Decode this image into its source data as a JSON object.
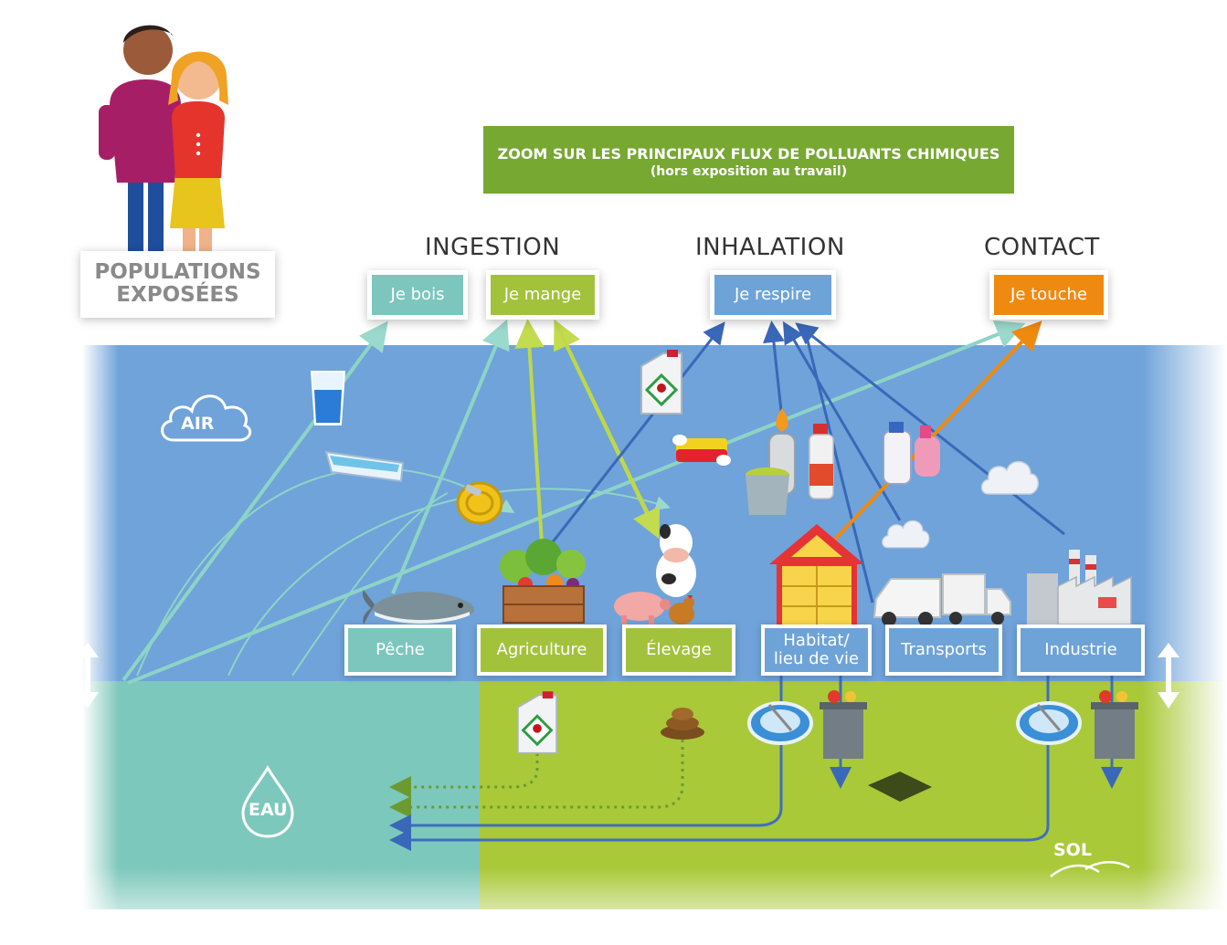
{
  "title": {
    "line1": "ZOOM SUR LES PRINCIPAUX FLUX DE POLLUANTS CHIMIQUES",
    "line2": "(hors exposition au travail)"
  },
  "populations": {
    "line1": "POPULATIONS",
    "line2": "EXPOSÉES"
  },
  "routes": {
    "ingestion": "INGESTION",
    "inhalation": "INHALATION",
    "contact": "CONTACT"
  },
  "actions": {
    "bois": "Je bois",
    "mange": "Je mange",
    "respire": "Je respire",
    "touche": "Je touche"
  },
  "sources": {
    "peche": "Pêche",
    "agriculture": "Agriculture",
    "elevage": "Élevage",
    "habitat_l1": "Habitat/",
    "habitat_l2": "lieu de vie",
    "transports": "Transports",
    "industrie": "Industrie"
  },
  "zones": {
    "air": "AIR",
    "eau": "EAU",
    "sol": "SOL"
  },
  "colors": {
    "air": "#6fa3da",
    "water": "#7dc8bc",
    "soil": "#a9c939",
    "green_box": "#76a832",
    "teal_box": "#7cc6be",
    "lime_box": "#a3c23b",
    "blue_box": "#6ea3d8",
    "orange_box": "#ef8a10",
    "teal_arrow": "#8ed4c6",
    "lime_arrow": "#bed84a",
    "blue_arrow": "#3f6ebd",
    "orange_arrow": "#ef8a10"
  },
  "icons": [
    "person-man-icon",
    "person-woman-icon",
    "cloud-icon",
    "water-drop-icon",
    "soil-waves-icon",
    "water-glass-icon",
    "bathtub-icon",
    "garden-hose-icon",
    "toxic-jerrycan-icon",
    "sponge-icon",
    "boiler-icon",
    "spray-bottle-icon",
    "paint-pot-icon",
    "detergent-bottle-icon",
    "smoke-cloud-icon",
    "fish-icon",
    "vegetable-crate-icon",
    "cow-icon",
    "pig-icon",
    "hen-icon",
    "house-icon",
    "van-icon",
    "truck-icon",
    "factory-icon",
    "treatment-plant-icon",
    "trash-bin-icon",
    "manure-icon",
    "double-arrow-icon"
  ]
}
